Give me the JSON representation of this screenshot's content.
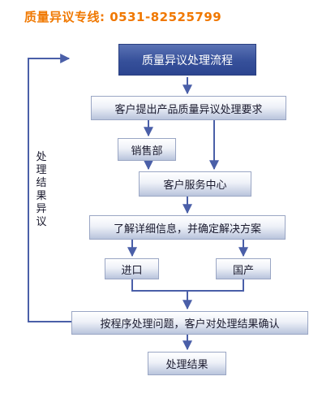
{
  "hotline": "质量异议专线: 0531-82525799",
  "flow": {
    "title": "质量异议处理流程",
    "submit": "客户提出产品质量异议处理要求",
    "sales": "销售部",
    "service_center": "客户服务中心",
    "investigate": "了解详细信息，并确定解决方案",
    "imported": "进口",
    "domestic": "国产",
    "resolve": "按程序处理问题，客户对处理结果确认",
    "result": "处理结果",
    "feedback_label": "处理结果异议"
  },
  "colors": {
    "accent_orange": "#f07800",
    "line_blue": "#4a5fa8",
    "title_blue": "#36509a"
  }
}
